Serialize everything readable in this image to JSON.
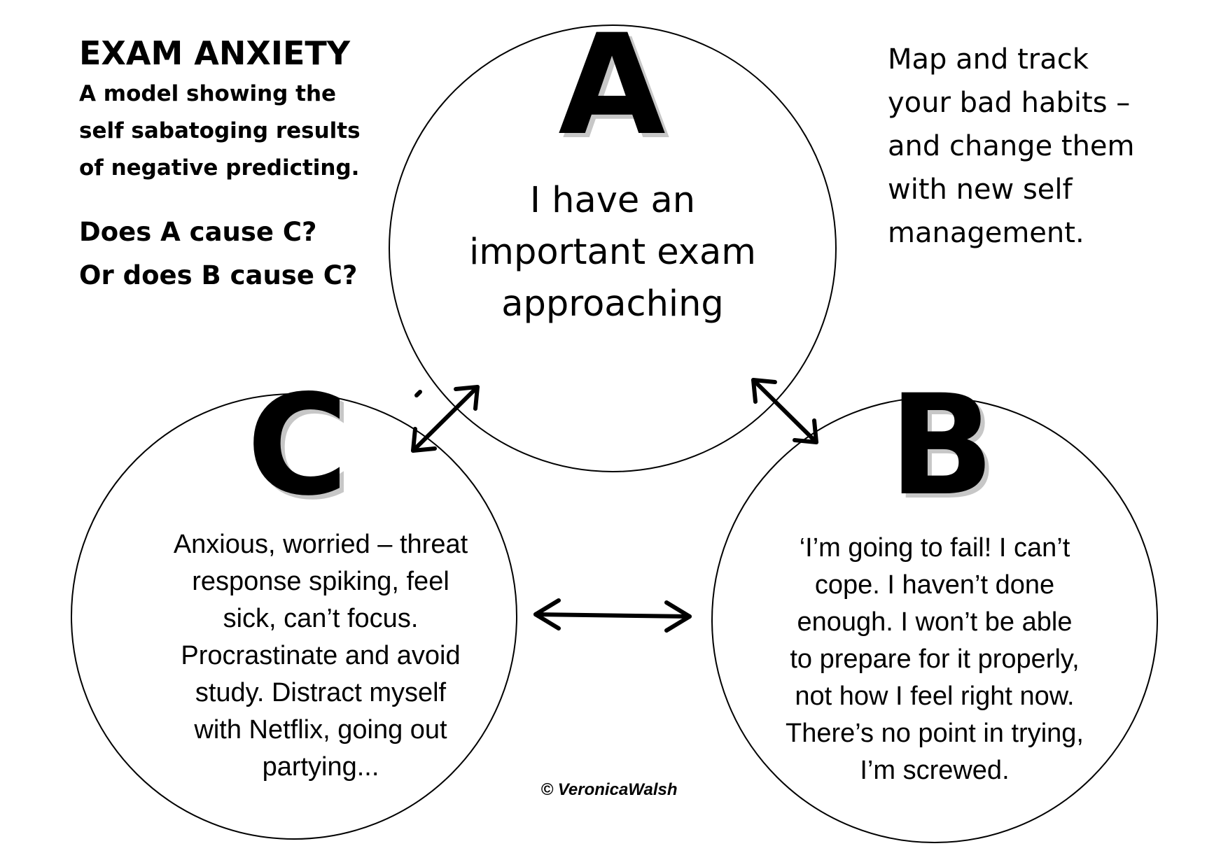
{
  "heading": {
    "title": "EXAM ANXIETY",
    "subtitle_lines": [
      "A model showing the",
      "self sabatoging results",
      "of negative predicting."
    ],
    "question_lines": [
      "Does A cause C?",
      "Or does B cause C?"
    ]
  },
  "side_note": {
    "lines": [
      "Map and track",
      "your bad habits –",
      "and change them",
      "with new self",
      "management."
    ]
  },
  "nodes": {
    "a": {
      "letter": "A",
      "lines": [
        "I have an",
        "important exam",
        "approaching"
      ]
    },
    "b": {
      "letter": "B",
      "lines": [
        "‘I’m going to fail! I can’t",
        "cope. I haven’t done",
        "enough. I won’t be able",
        "to prepare for it properly,",
        "not how I feel right now.",
        "There’s no point in trying,",
        "I’m screwed."
      ]
    },
    "c": {
      "letter": "C",
      "lines": [
        "Anxious, worried – threat",
        "response spiking, feel",
        "sick, can’t focus.",
        "Procrastinate and avoid",
        "study. Distract myself",
        "with Netflix, going out",
        "partying..."
      ]
    }
  },
  "copyright": "© VeronicaWalsh",
  "colors": {
    "ink": "#000000",
    "background": "#ffffff",
    "letter_shadow": "#9a9a9a"
  }
}
